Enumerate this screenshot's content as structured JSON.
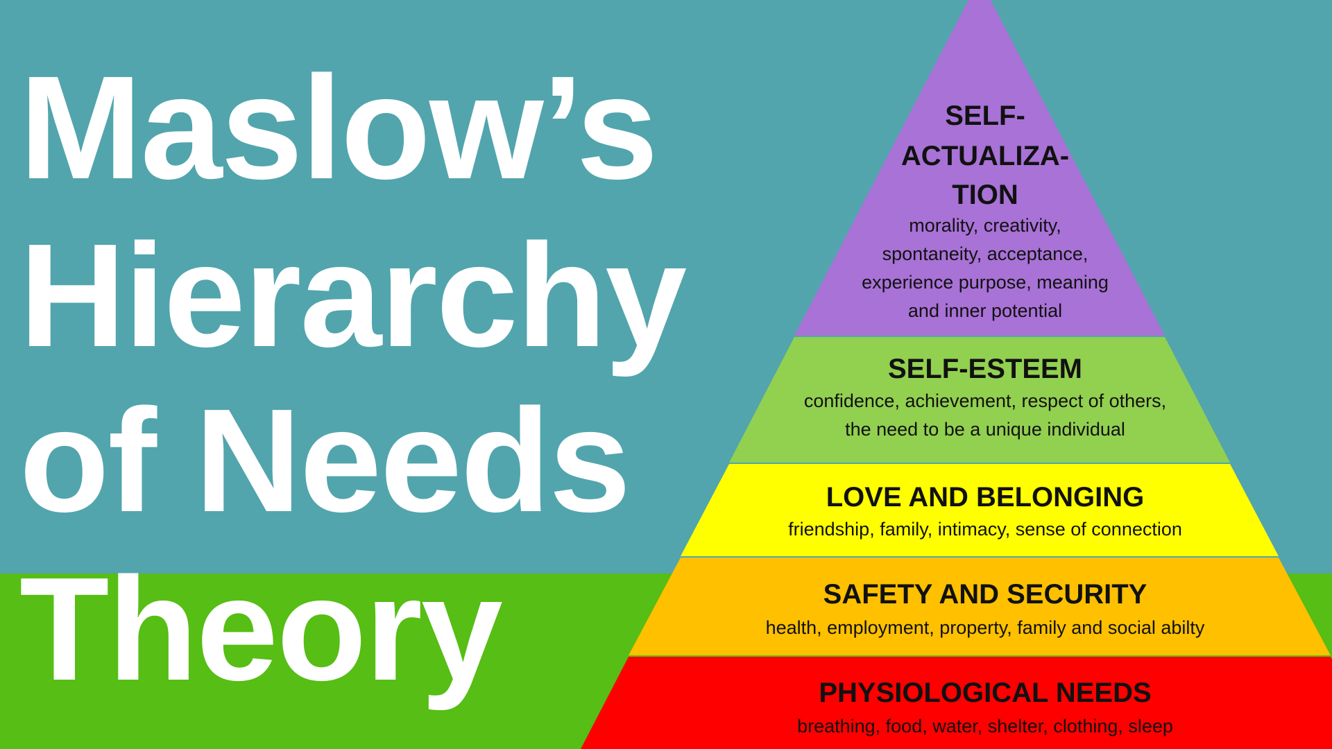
{
  "title": {
    "lines": [
      "Maslow’s",
      "Hierarchy",
      "of Needs",
      "Theory"
    ]
  },
  "colors": {
    "background": "#52A5AD",
    "band": "#56BE14",
    "self_actualization": "#A872D6",
    "self_esteem": "#92D050",
    "love": "#FFFF00",
    "safety": "#FFC000",
    "physiological": "#FF0000"
  },
  "pyramid": {
    "self_actualization": {
      "heading_lines": [
        "SELF-",
        "ACTUALIZA-",
        "TION"
      ],
      "body_lines": [
        "morality, creativity,",
        "spontaneity, acceptance,",
        "experience purpose, meaning",
        "and inner potential"
      ]
    },
    "self_esteem": {
      "heading": "SELF-ESTEEM",
      "body_lines": [
        "confidence, achievement, respect of others,",
        "the need to be a unique individual"
      ]
    },
    "love": {
      "heading": "LOVE AND BELONGING",
      "body": "friendship, family, intimacy, sense of connection"
    },
    "safety": {
      "heading": "SAFETY AND SECURITY",
      "body": "health, employment, property, family and social abilty"
    },
    "physiological": {
      "heading": "PHYSIOLOGICAL NEEDS",
      "body": "breathing, food, water, shelter, clothing, sleep"
    }
  }
}
